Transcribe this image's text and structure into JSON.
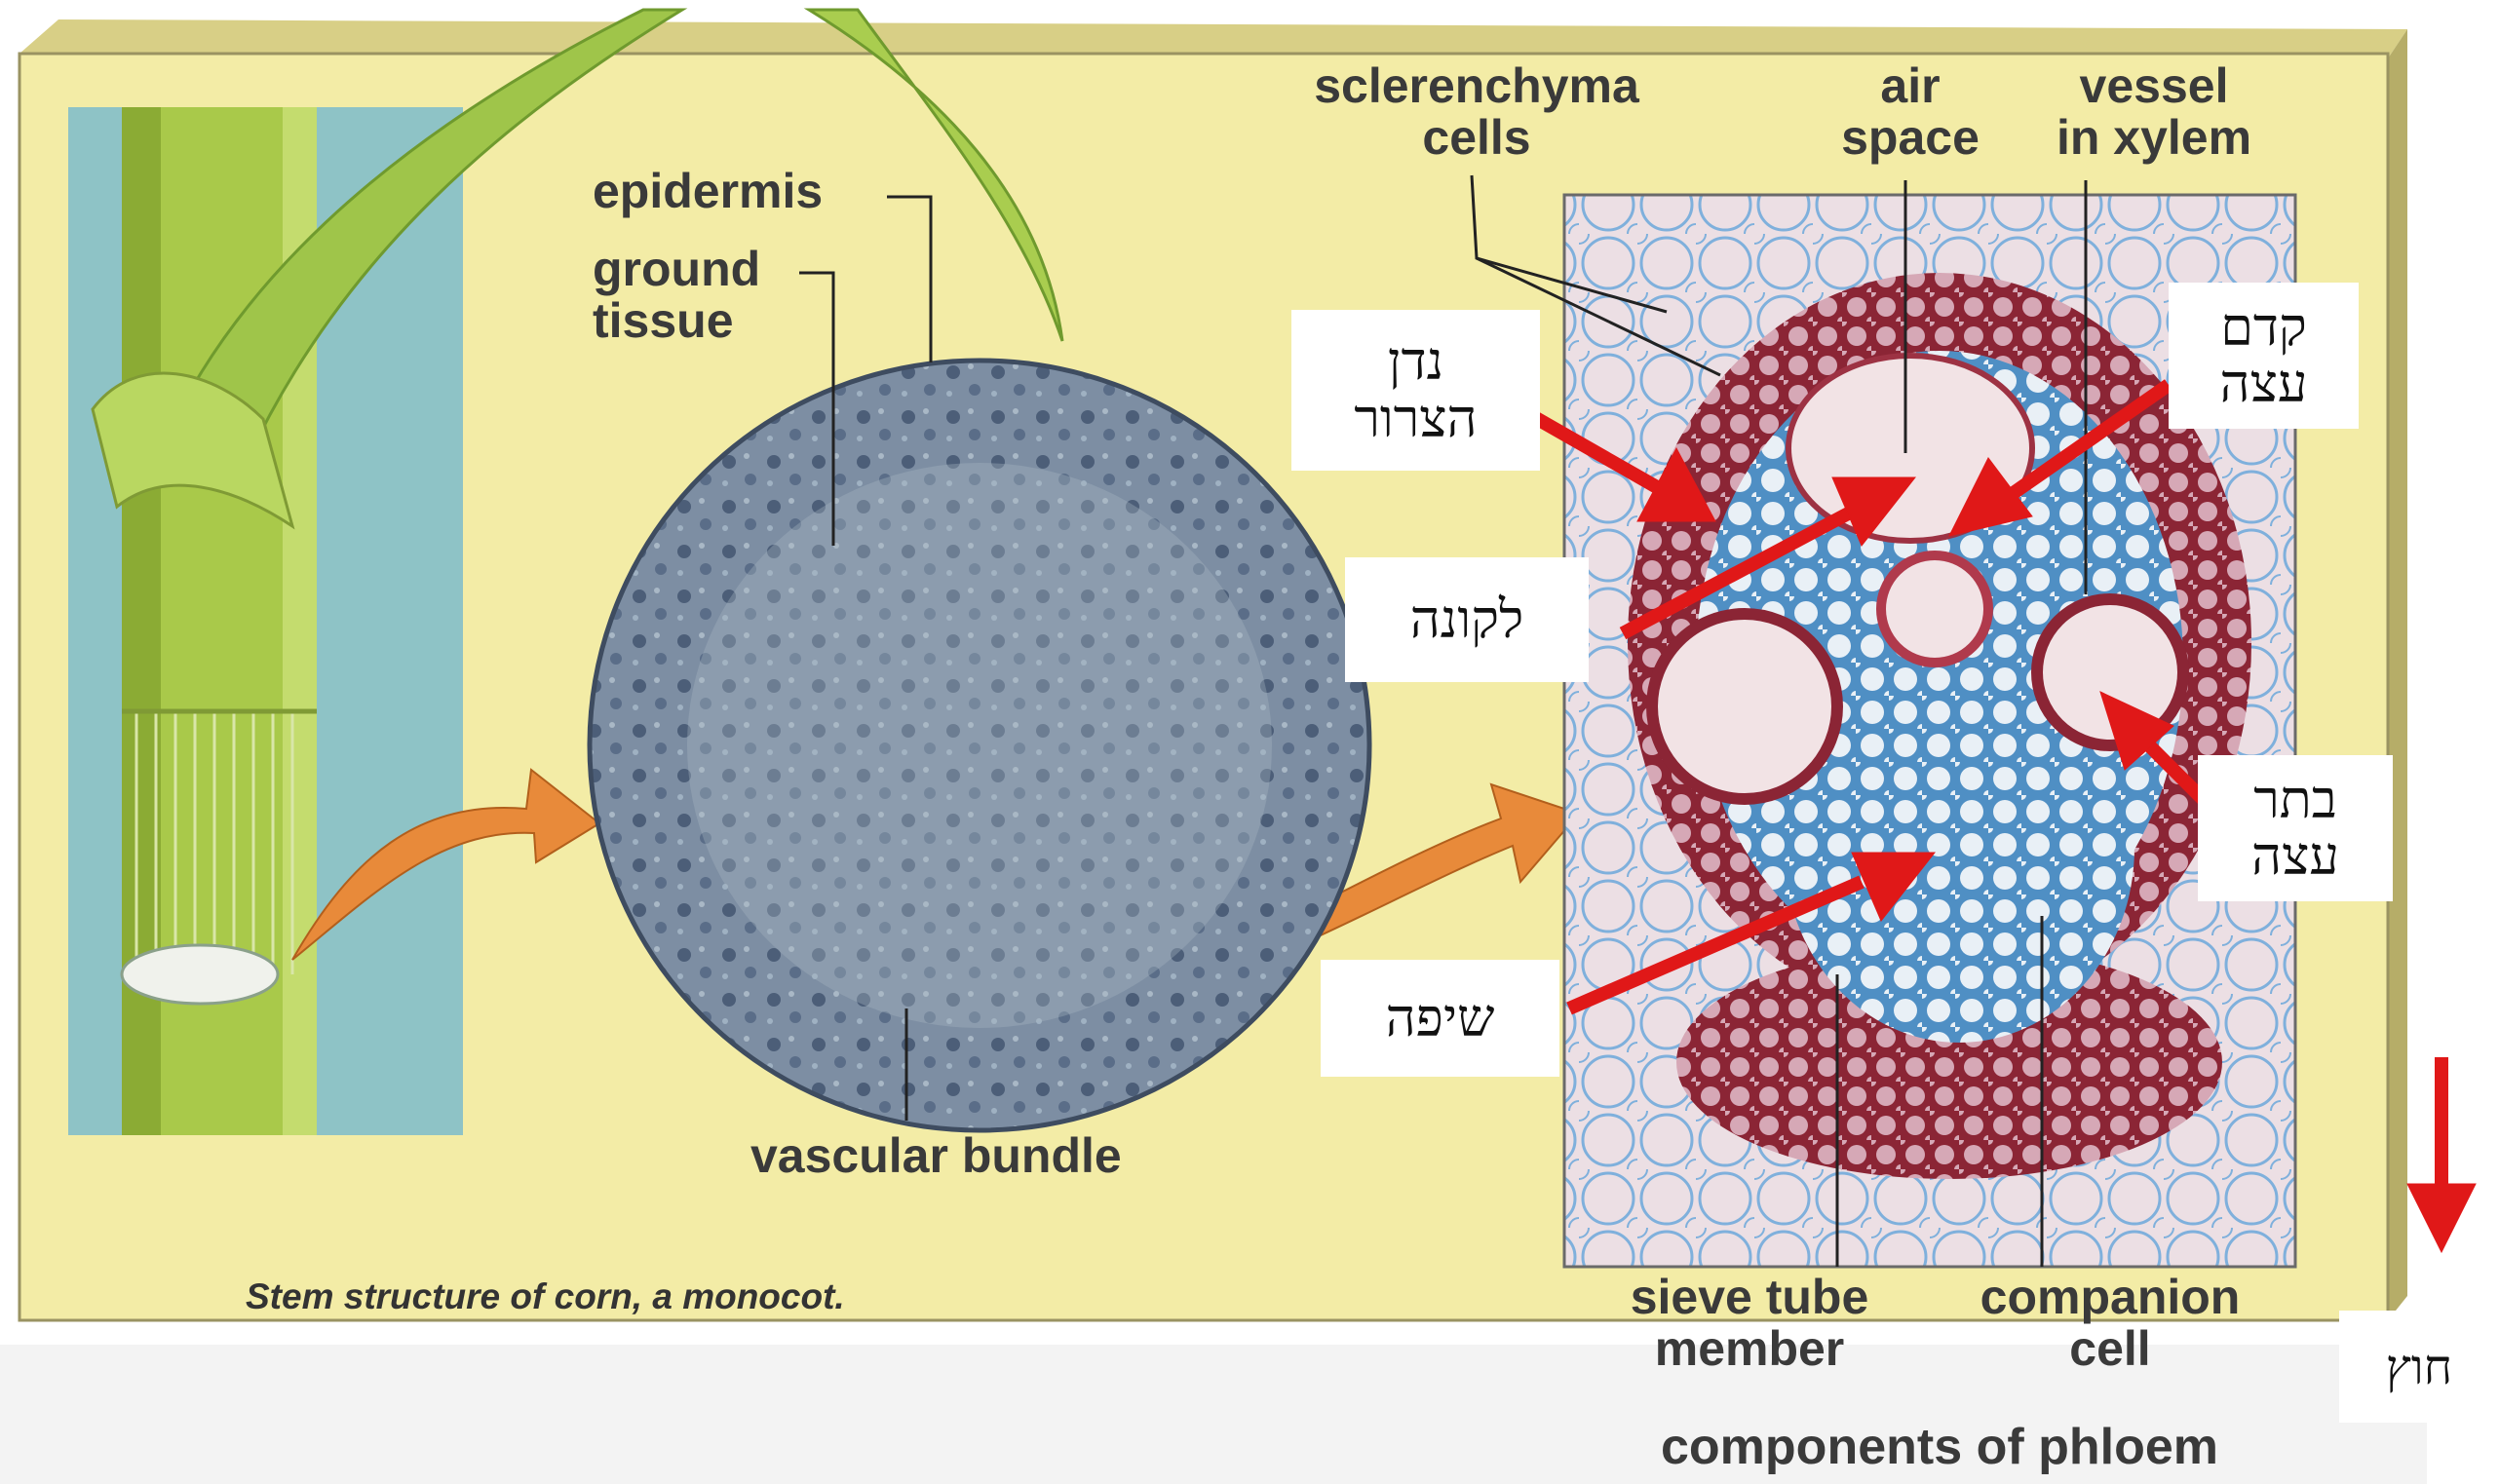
{
  "panel_colors": {
    "background": "#f3eca6",
    "sky": "#8ec3c6",
    "stem": "#a9c94a",
    "section": "#6f7f93",
    "stain_red": "#8b2535",
    "stain_blue": "#4f8fc4",
    "arrow_red": "#e01818",
    "arrow_orange": "#e88a3a"
  },
  "labels": {
    "epidermis": "epidermis",
    "ground_tissue": "ground\ntissue",
    "vascular_bundle": "vascular bundle",
    "sclerenchyma": "sclerenchyma\ncells",
    "air_space": "air\nspace",
    "vessel": "vessel\nin xylem",
    "sieve_tube": "sieve tube\nmember",
    "companion": "companion\ncell",
    "components": "components of phloem",
    "caption": "Stem structure of corn, a monocot."
  },
  "hebrew": {
    "sheath": "נדן\nהצרור",
    "lacuna": "לקונה",
    "protoxylem": "קדם\nעצה",
    "metaxylem": "בתר\nעצה",
    "phloem": "שיפה",
    "outside": "חוץ"
  }
}
